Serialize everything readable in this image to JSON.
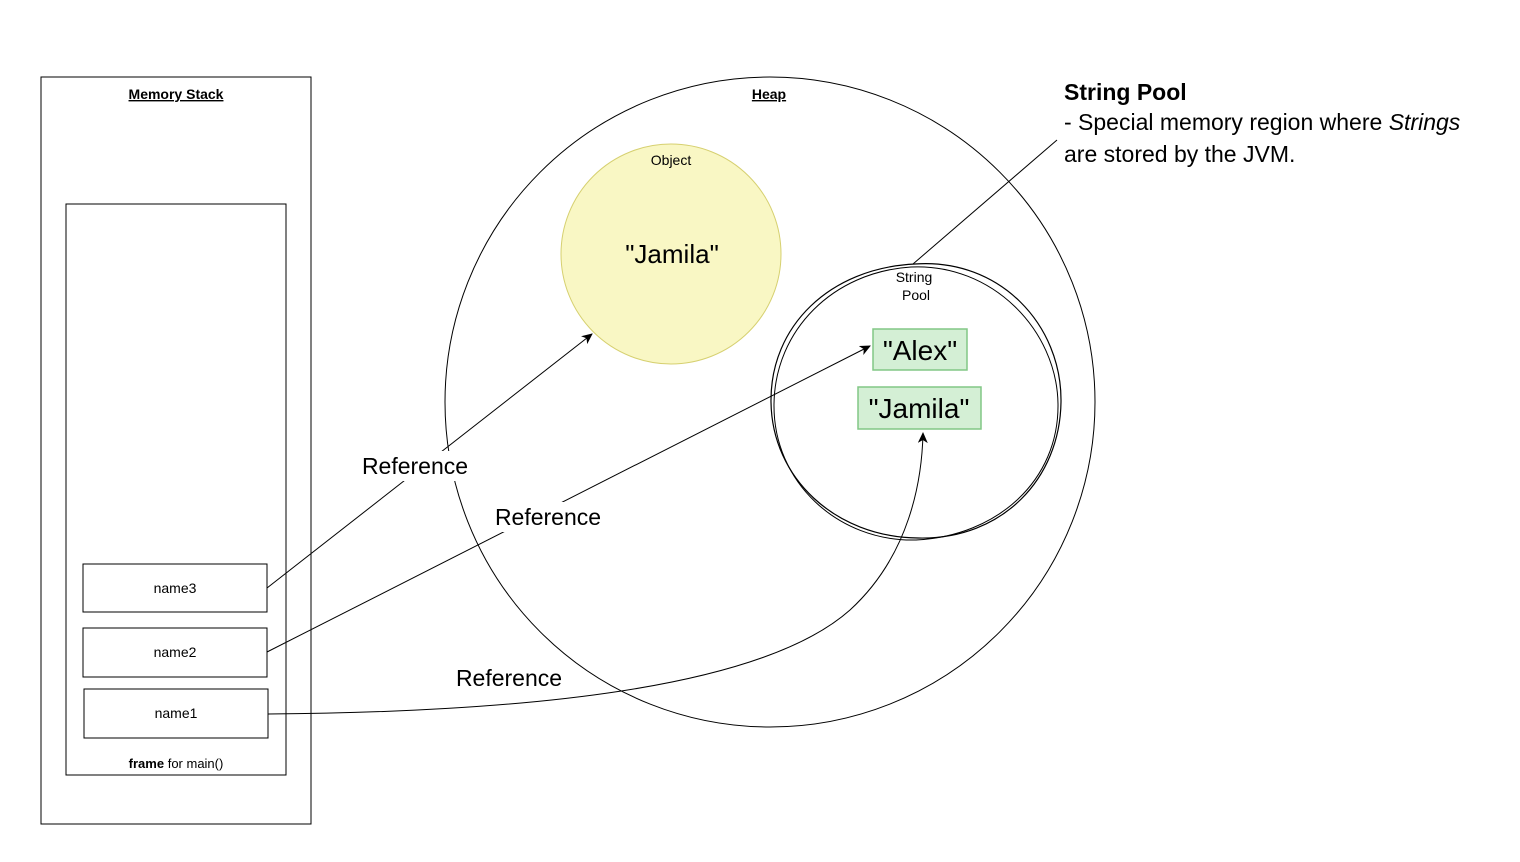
{
  "stack": {
    "title": "Memory Stack",
    "frame_bold": "frame",
    "frame_rest": " for main()",
    "vars": [
      "name3",
      "name2",
      "name1"
    ]
  },
  "heap": {
    "title": "Heap",
    "object_label": "Object",
    "object_value": "\"Jamila\"",
    "pool_label_line1": "String",
    "pool_label_line2": "Pool",
    "pool_values": [
      "\"Alex\"",
      "\"Jamila\""
    ]
  },
  "references": [
    "Reference",
    "Reference",
    "Reference"
  ],
  "note": {
    "title": "String Pool",
    "line1_prefix": "- Special memory region where ",
    "line1_italic": "Strings",
    "line2": "are stored by the JVM."
  },
  "colors": {
    "object_fill": "#f9f7c4",
    "object_stroke": "#d6d070",
    "pool_item_fill": "#d4efd5",
    "pool_item_stroke": "#82c785"
  }
}
